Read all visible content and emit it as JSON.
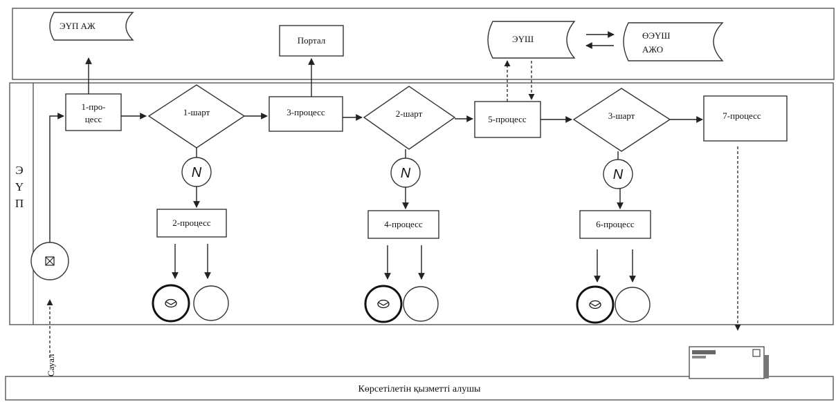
{
  "systems": {
    "eup_azh": "ЭҮП АЖ",
    "portal": "Портал",
    "eush": "ЭҮШ",
    "oeush_line1": "ӨЭҮШ",
    "oeush_line2": "АЖО"
  },
  "lane": {
    "letters": [
      "Э",
      "Ү",
      "П"
    ]
  },
  "processes": {
    "p1_line1": "1-про-",
    "p1_line2": "цесс",
    "p2": "2-процесс",
    "p3": "3-процесс",
    "p4": "4-процесс",
    "p5": "5-процесс",
    "p6": "6-процесс",
    "p7": "7-процесс"
  },
  "conditions": {
    "c1": "1-шарт",
    "c2": "2-шарт",
    "c3": "3-шарт"
  },
  "no_label": "N",
  "request_label": "Сауал",
  "receiver_label": "Көрсетілетін қызметті алушы",
  "colors": {
    "line": "#222222",
    "border": "#555555",
    "background": "#ffffff"
  },
  "icons": [
    "start-event-icon",
    "message-end-icon",
    "end-event-icon",
    "envelope-icon"
  ]
}
